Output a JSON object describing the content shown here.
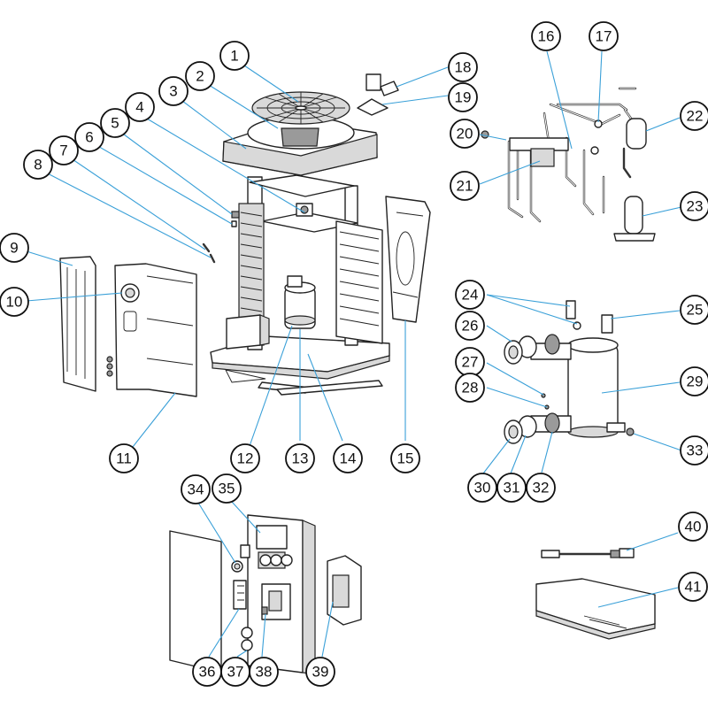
{
  "callouts": [
    {
      "label": "1"
    },
    {
      "label": "2"
    },
    {
      "label": "3"
    },
    {
      "label": "4"
    },
    {
      "label": "5"
    },
    {
      "label": "6"
    },
    {
      "label": "7"
    },
    {
      "label": "8"
    },
    {
      "label": "9"
    },
    {
      "label": "10"
    },
    {
      "label": "11"
    },
    {
      "label": "12"
    },
    {
      "label": "13"
    },
    {
      "label": "14"
    },
    {
      "label": "15"
    },
    {
      "label": "16"
    },
    {
      "label": "17"
    },
    {
      "label": "18"
    },
    {
      "label": "19"
    },
    {
      "label": "20"
    },
    {
      "label": "21"
    },
    {
      "label": "22"
    },
    {
      "label": "23"
    },
    {
      "label": "24"
    },
    {
      "label": "25"
    },
    {
      "label": "26"
    },
    {
      "label": "27"
    },
    {
      "label": "28"
    },
    {
      "label": "29"
    },
    {
      "label": "30"
    },
    {
      "label": "31"
    },
    {
      "label": "32"
    },
    {
      "label": "33"
    },
    {
      "label": "34"
    },
    {
      "label": "35"
    },
    {
      "label": "36"
    },
    {
      "label": "37"
    },
    {
      "label": "38"
    },
    {
      "label": "39"
    },
    {
      "label": "40"
    },
    {
      "label": "41"
    }
  ],
  "colors": {
    "leader": "#3aa0d8",
    "outline": "#222222",
    "background": "#ffffff"
  }
}
